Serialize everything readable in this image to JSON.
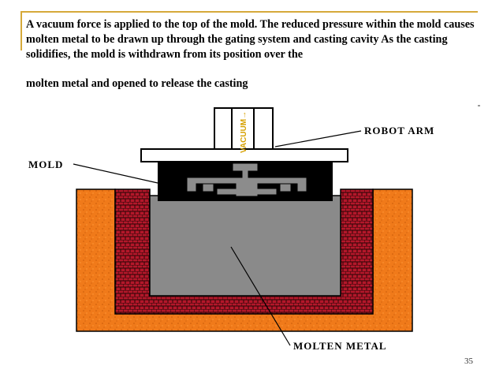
{
  "slide": {
    "paragraph_line1": "A vacuum force is applied to the top of the mold. The reduced pressure within the mold causes molten metal to be drawn up through the gating system and casting cavity As the casting solidifies, the mold is withdrawn from its position over the",
    "paragraph_line2": "molten metal and opened to release the casting",
    "page_number": "35"
  },
  "diagram": {
    "labels": {
      "robot_arm": "ROBOT ARM",
      "mold": "MOLD",
      "molten_metal": "MOLTEN METAL",
      "vacuum": "VACUUM→"
    },
    "colors": {
      "crucible_outer": "#f07a1a",
      "brick": "#b3172a",
      "molten_metal": "#8a8a8a",
      "mold": "#000000",
      "arm": "#ffffff",
      "accent_rule": "#d6a93a"
    }
  }
}
